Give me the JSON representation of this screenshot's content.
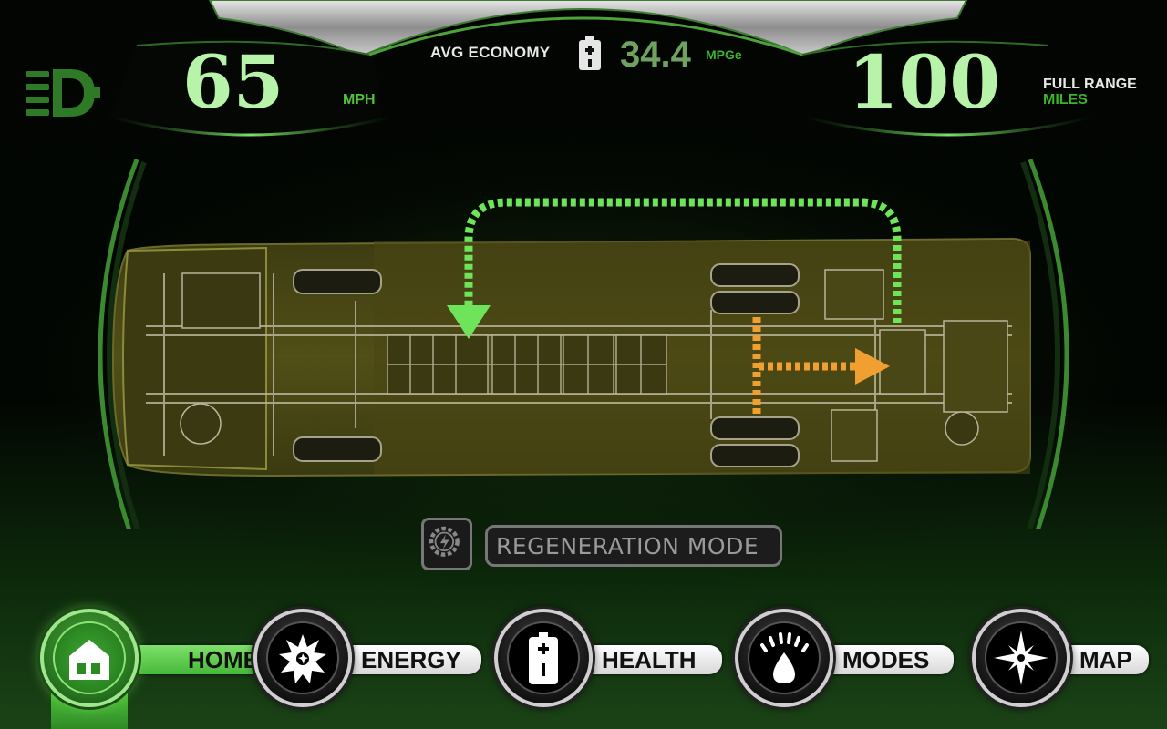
{
  "header": {
    "speed": {
      "value": "65",
      "unit": "MPH"
    },
    "economy": {
      "label": "AVG ECONOMY",
      "value": "34.4",
      "unit": "MPGe",
      "icon": "battery-icon"
    },
    "range": {
      "value": "100",
      "label": "FULL RANGE",
      "unit": "MILES"
    },
    "headlight_icon": "headlight-icon"
  },
  "vehicle": {
    "view": "truck-chassis-top-view",
    "flow_regen_color": "#6ee45a",
    "flow_drive_color": "#f0a030"
  },
  "mode": {
    "label": "REGENERATION MODE",
    "icon": "regen-gear-icon"
  },
  "nav": {
    "items": [
      {
        "label": "HOME",
        "icon": "home-icon",
        "active": true
      },
      {
        "label": "ENERGY",
        "icon": "energy-burst-icon",
        "active": false
      },
      {
        "label": "HEALTH",
        "icon": "battery-icon",
        "active": false
      },
      {
        "label": "MODES",
        "icon": "modes-drop-icon",
        "active": false
      },
      {
        "label": "MAP",
        "icon": "compass-icon",
        "active": false
      }
    ]
  },
  "colors": {
    "accent_green": "#4ec23a",
    "value_green": "#b7f3a8",
    "chrome": "#cfcfcf",
    "background": "#020502"
  }
}
